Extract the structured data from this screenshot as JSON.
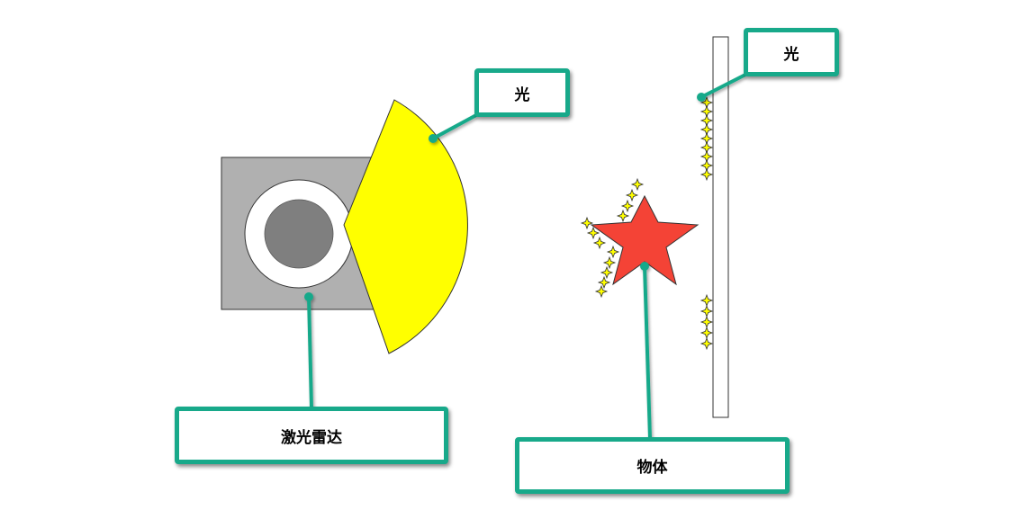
{
  "labels": {
    "light_top": "光",
    "light_right": "光",
    "lidar": "激光雷达",
    "object": "物体"
  },
  "colors": {
    "callout_border": "#18a98a",
    "light_beam": "#ffff00",
    "lidar_housing": "#b0b0b0",
    "lidar_lens": "#7f7f7f",
    "object_star": "#f44336",
    "sparkle": "#ffff00"
  }
}
